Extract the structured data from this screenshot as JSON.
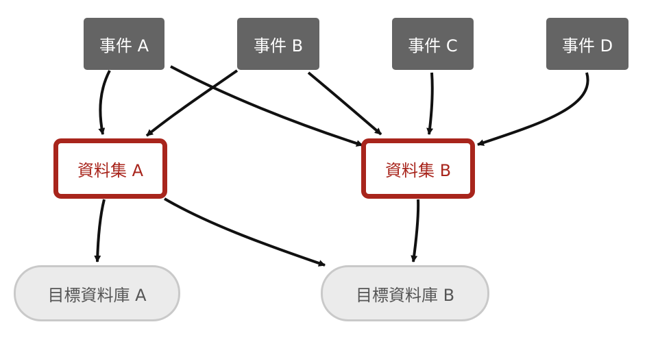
{
  "nodes": {
    "event_a": "事件 A",
    "event_b": "事件 B",
    "event_c": "事件 C",
    "event_d": "事件 D",
    "dataset_a": "資料集 A",
    "dataset_b": "資料集 B",
    "target_a": "目標資料庫 A",
    "target_b": "目標資料庫 B"
  },
  "edges": [
    {
      "from": "event_a",
      "to": "dataset_a"
    },
    {
      "from": "event_a",
      "to": "dataset_b"
    },
    {
      "from": "event_b",
      "to": "dataset_a"
    },
    {
      "from": "event_b",
      "to": "dataset_b"
    },
    {
      "from": "event_c",
      "to": "dataset_b"
    },
    {
      "from": "event_d",
      "to": "dataset_b"
    },
    {
      "from": "dataset_a",
      "to": "target_a"
    },
    {
      "from": "dataset_a",
      "to": "target_b"
    },
    {
      "from": "dataset_b",
      "to": "target_b"
    }
  ],
  "colors": {
    "event_fill": "#646464",
    "event_text": "#ffffff",
    "dataset_border": "#a8251c",
    "dataset_text": "#a8251c",
    "target_fill": "#ebebeb",
    "target_border": "#c9c9c9",
    "target_text": "#555555",
    "edge": "#111111"
  }
}
